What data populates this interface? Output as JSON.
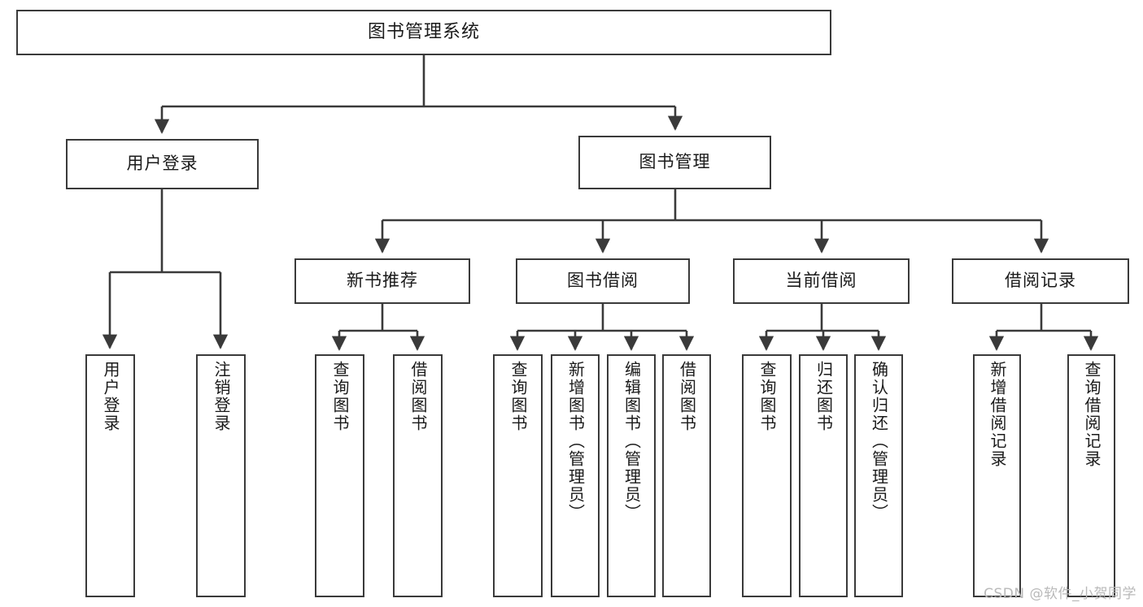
{
  "diagram": {
    "type": "tree",
    "title": "图书管理系统",
    "watermark": "CSDN @软件_小贺同学",
    "colors": {
      "box_border": "#3a3a3a",
      "box_fill": "#ffffff",
      "connector": "#3a3a3a",
      "text": "#1a1a1a",
      "watermark": "#b9b9b9"
    },
    "root": {
      "label": "图书管理系统"
    },
    "level2": [
      {
        "id": "user-login",
        "label": "用户登录"
      },
      {
        "id": "book-manage",
        "label": "图书管理"
      }
    ],
    "level3": [
      {
        "id": "new-book-rec",
        "label": "新书推荐",
        "parent": "book-manage"
      },
      {
        "id": "book-borrow",
        "label": "图书借阅",
        "parent": "book-manage"
      },
      {
        "id": "current-borrow",
        "label": "当前借阅",
        "parent": "book-manage"
      },
      {
        "id": "borrow-record",
        "label": "借阅记录",
        "parent": "book-manage"
      }
    ],
    "leaves": {
      "user_login": [
        {
          "id": "leaf-user-login",
          "label": "用户登录"
        },
        {
          "id": "leaf-logout",
          "label": "注销登录"
        }
      ],
      "new_book_rec": [
        {
          "id": "leaf-query-book-1",
          "label": "查询图书"
        },
        {
          "id": "leaf-borrow-book-1",
          "label": "借阅图书"
        }
      ],
      "book_borrow": [
        {
          "id": "leaf-query-book-2",
          "label": "查询图书"
        },
        {
          "id": "leaf-add-book",
          "label": "新增图书（管理员）"
        },
        {
          "id": "leaf-edit-book",
          "label": "编辑图书（管理员）"
        },
        {
          "id": "leaf-borrow-book-2",
          "label": "借阅图书"
        }
      ],
      "current_borrow": [
        {
          "id": "leaf-query-book-3",
          "label": "查询图书"
        },
        {
          "id": "leaf-return-book",
          "label": "归还图书"
        },
        {
          "id": "leaf-confirm-return",
          "label": "确认归还（管理员）"
        }
      ],
      "borrow_record": [
        {
          "id": "leaf-add-record",
          "label": "新增借阅记录"
        },
        {
          "id": "leaf-query-record",
          "label": "查询借阅记录"
        }
      ]
    }
  }
}
